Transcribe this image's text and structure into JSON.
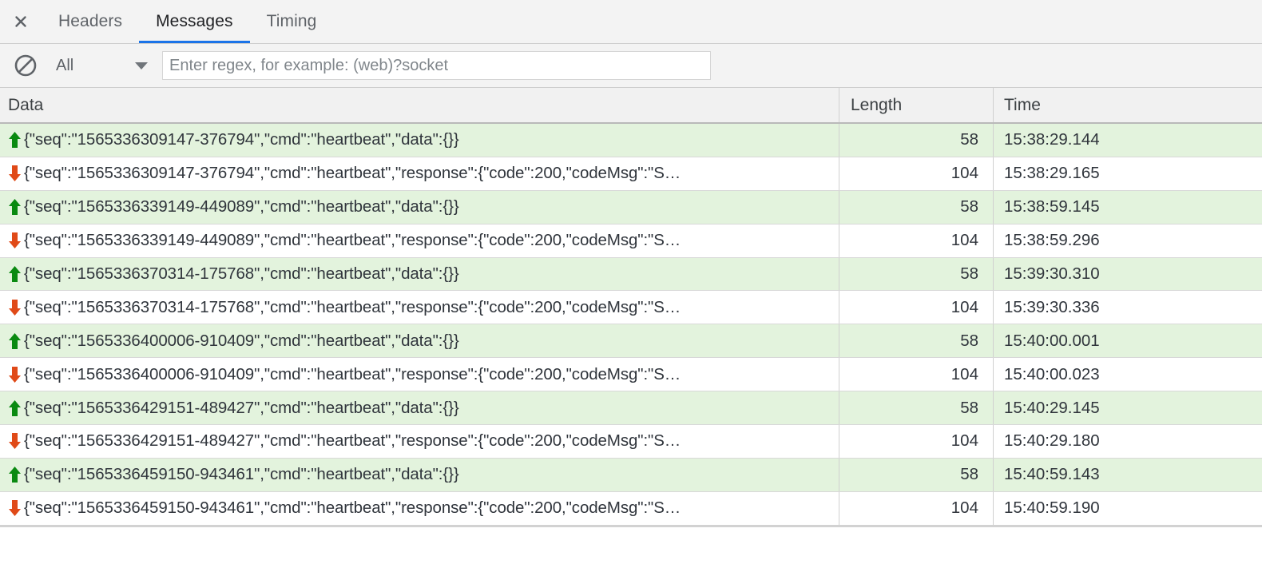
{
  "panel": {
    "close_icon": "close-icon"
  },
  "tabs": [
    {
      "label": "Headers",
      "active": false
    },
    {
      "label": "Messages",
      "active": true
    },
    {
      "label": "Timing",
      "active": false
    }
  ],
  "filter_bar": {
    "clear_icon": "no-entry-clear-icon",
    "type_filter_value": "All",
    "caret_icon": "chevron-down-icon",
    "regex_placeholder": "Enter regex, for example: (web)?socket",
    "regex_value": ""
  },
  "table": {
    "columns": [
      "Data",
      "Length",
      "Time"
    ],
    "rows": [
      {
        "direction": "sent",
        "direction_icon": "arrow-up-icon",
        "data": "{\"seq\":\"1565336309147-376794\",\"cmd\":\"heartbeat\",\"data\":{}}",
        "length": "58",
        "time": "15:38:29.144"
      },
      {
        "direction": "received",
        "direction_icon": "arrow-down-icon",
        "data": "{\"seq\":\"1565336309147-376794\",\"cmd\":\"heartbeat\",\"response\":{\"code\":200,\"codeMsg\":\"S…",
        "length": "104",
        "time": "15:38:29.165"
      },
      {
        "direction": "sent",
        "direction_icon": "arrow-up-icon",
        "data": "{\"seq\":\"1565336339149-449089\",\"cmd\":\"heartbeat\",\"data\":{}}",
        "length": "58",
        "time": "15:38:59.145"
      },
      {
        "direction": "received",
        "direction_icon": "arrow-down-icon",
        "data": "{\"seq\":\"1565336339149-449089\",\"cmd\":\"heartbeat\",\"response\":{\"code\":200,\"codeMsg\":\"S…",
        "length": "104",
        "time": "15:38:59.296"
      },
      {
        "direction": "sent",
        "direction_icon": "arrow-up-icon",
        "data": "{\"seq\":\"1565336370314-175768\",\"cmd\":\"heartbeat\",\"data\":{}}",
        "length": "58",
        "time": "15:39:30.310"
      },
      {
        "direction": "received",
        "direction_icon": "arrow-down-icon",
        "data": "{\"seq\":\"1565336370314-175768\",\"cmd\":\"heartbeat\",\"response\":{\"code\":200,\"codeMsg\":\"S…",
        "length": "104",
        "time": "15:39:30.336"
      },
      {
        "direction": "sent",
        "direction_icon": "arrow-up-icon",
        "data": "{\"seq\":\"1565336400006-910409\",\"cmd\":\"heartbeat\",\"data\":{}}",
        "length": "58",
        "time": "15:40:00.001"
      },
      {
        "direction": "received",
        "direction_icon": "arrow-down-icon",
        "data": "{\"seq\":\"1565336400006-910409\",\"cmd\":\"heartbeat\",\"response\":{\"code\":200,\"codeMsg\":\"S…",
        "length": "104",
        "time": "15:40:00.023"
      },
      {
        "direction": "sent",
        "direction_icon": "arrow-up-icon",
        "data": "{\"seq\":\"1565336429151-489427\",\"cmd\":\"heartbeat\",\"data\":{}}",
        "length": "58",
        "time": "15:40:29.145"
      },
      {
        "direction": "received",
        "direction_icon": "arrow-down-icon",
        "data": "{\"seq\":\"1565336429151-489427\",\"cmd\":\"heartbeat\",\"response\":{\"code\":200,\"codeMsg\":\"S…",
        "length": "104",
        "time": "15:40:29.180"
      },
      {
        "direction": "sent",
        "direction_icon": "arrow-up-icon",
        "data": "{\"seq\":\"1565336459150-943461\",\"cmd\":\"heartbeat\",\"data\":{}}",
        "length": "58",
        "time": "15:40:59.143"
      },
      {
        "direction": "received",
        "direction_icon": "arrow-down-icon",
        "data": "{\"seq\":\"1565336459150-943461\",\"cmd\":\"heartbeat\",\"response\":{\"code\":200,\"codeMsg\":\"S…",
        "length": "104",
        "time": "15:40:59.190"
      }
    ]
  },
  "colors": {
    "sent_row_bg": "#e3f3dd",
    "received_row_bg": "#ffffff",
    "sent_arrow": "#0a8a11",
    "received_arrow": "#e04a18",
    "active_tab_underline": "#1a73e8",
    "toolbar_bg": "#f3f3f3"
  }
}
